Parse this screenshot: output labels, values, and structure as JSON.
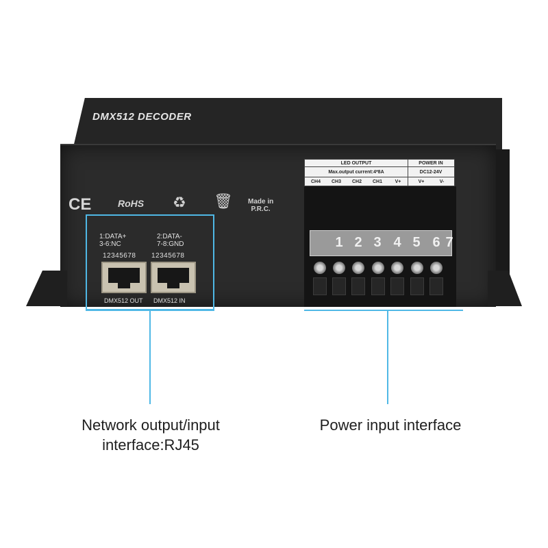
{
  "device": {
    "title": "DMX512 DECODER",
    "ce": "CE",
    "rohs": "RoHS",
    "made_in_line1": "Made in",
    "made_in_line2": "P.R.C."
  },
  "rj45": {
    "pin_a_line1": "1:DATA+",
    "pin_a_line2": "3-6:NC",
    "pin_b_line1": "2:DATA-",
    "pin_b_line2": "7-8:GND",
    "pin_numbers_out": "12345678",
    "pin_numbers_in": "12345678",
    "label_out": "DMX512 OUT",
    "label_in": "DMX512 IN"
  },
  "terminal": {
    "led_output": "LED OUTPUT",
    "power_in": "POWER IN",
    "max_current": "Max.output current:4*8A",
    "voltage": "DC12-24V",
    "channels": [
      "CH4",
      "CH3",
      "CH2",
      "CH1",
      "V+",
      "V+",
      "V-"
    ],
    "numbers": [
      "1",
      "2",
      "3",
      "4",
      "5",
      "6",
      "7"
    ]
  },
  "captions": {
    "left_line1": "Network output/input",
    "left_line2": "interface:RJ45",
    "right": "Power input interface"
  },
  "colors": {
    "callout": "#4fb8e6",
    "device": "#2b2b2b"
  }
}
